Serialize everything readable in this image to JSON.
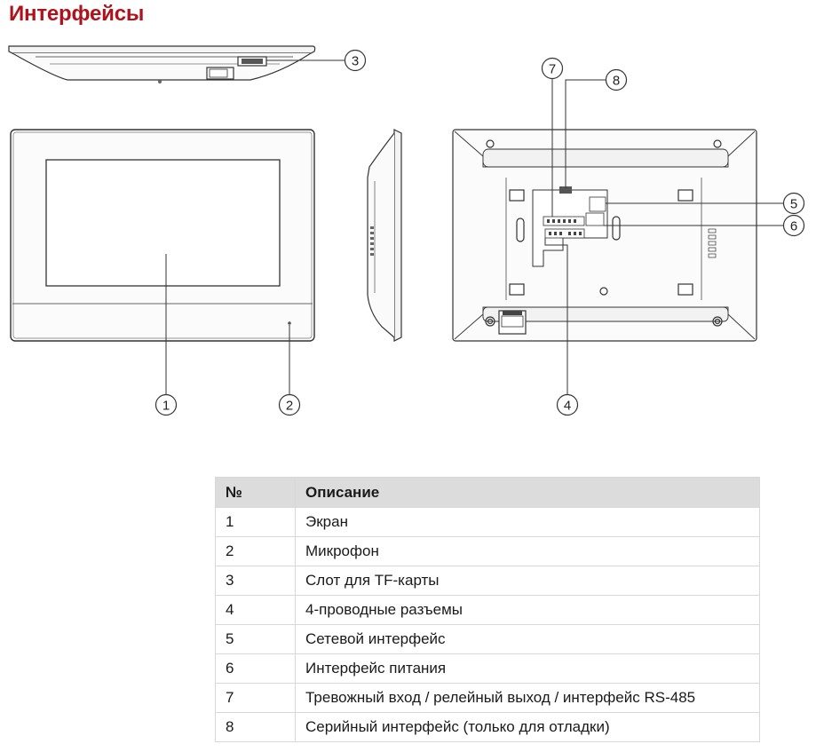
{
  "page": {
    "title": "Интерфейсы"
  },
  "diagram": {
    "callouts": [
      "1",
      "2",
      "3",
      "4",
      "5",
      "6",
      "7",
      "8"
    ]
  },
  "table": {
    "headers": {
      "number": "№",
      "description": "Описание"
    },
    "rows": [
      {
        "number": "1",
        "description": "Экран"
      },
      {
        "number": "2",
        "description": "Микрофон"
      },
      {
        "number": "3",
        "description": "Слот для TF-карты"
      },
      {
        "number": "4",
        "description": "4-проводные разъемы"
      },
      {
        "number": "5",
        "description": "Сетевой интерфейс"
      },
      {
        "number": "6",
        "description": "Интерфейс питания"
      },
      {
        "number": "7",
        "description": "Тревожный вход / релейный выход / интерфейс RS-485"
      },
      {
        "number": "8",
        "description": "Серийный интерфейс (только для отладки)"
      }
    ]
  }
}
